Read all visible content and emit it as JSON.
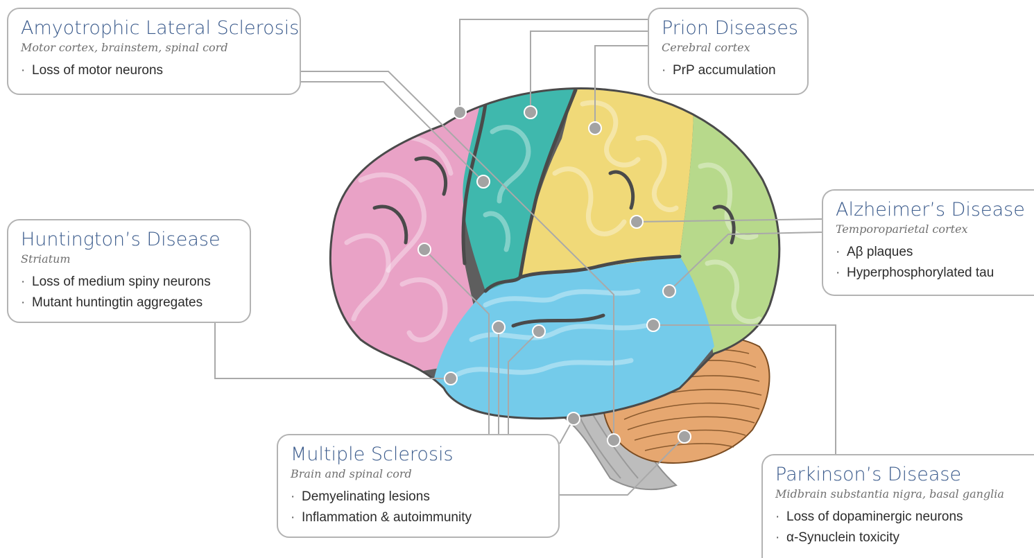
{
  "colors": {
    "frontal": "#e9a2c6",
    "motor": "#3fb8ad",
    "parietal": "#f0d978",
    "occipital": "#b7d98b",
    "temporal": "#74cbea",
    "cerebellum": "#e6a770",
    "brainstem": "#bdbdbd",
    "title": "#3b5b8c",
    "connector": "#a9a9a9"
  },
  "cards": {
    "als": {
      "title": "Amyotrophic Lateral Sclerosis",
      "subtitle": "Motor cortex, brainstem, spinal cord",
      "bullets": [
        "Loss of motor neurons"
      ]
    },
    "prion": {
      "title": "Prion Diseases",
      "subtitle": "Cerebral cortex",
      "bullets": [
        "PrP accumulation"
      ]
    },
    "huntington": {
      "title": "Huntington’s Disease",
      "subtitle": "Striatum",
      "bullets": [
        "Loss of medium spiny neurons",
        "Mutant huntingtin aggregates"
      ]
    },
    "alzheimer": {
      "title": "Alzheimer’s Disease",
      "subtitle": "Temporoparietal cortex",
      "bullets": [
        "Aβ plaques",
        "Hyperphosphorylated tau"
      ]
    },
    "ms": {
      "title": "Multiple Sclerosis",
      "subtitle": "Brain and spinal cord",
      "bullets": [
        "Demyelinating lesions",
        "Inflammation & autoimmunity"
      ]
    },
    "parkinson": {
      "title": "Parkinson’s Disease",
      "subtitle": "Midbrain substantia nigra, basal ganglia",
      "bullets": [
        "Loss of dopaminergic neurons",
        "α-Synuclein toxicity"
      ]
    }
  }
}
